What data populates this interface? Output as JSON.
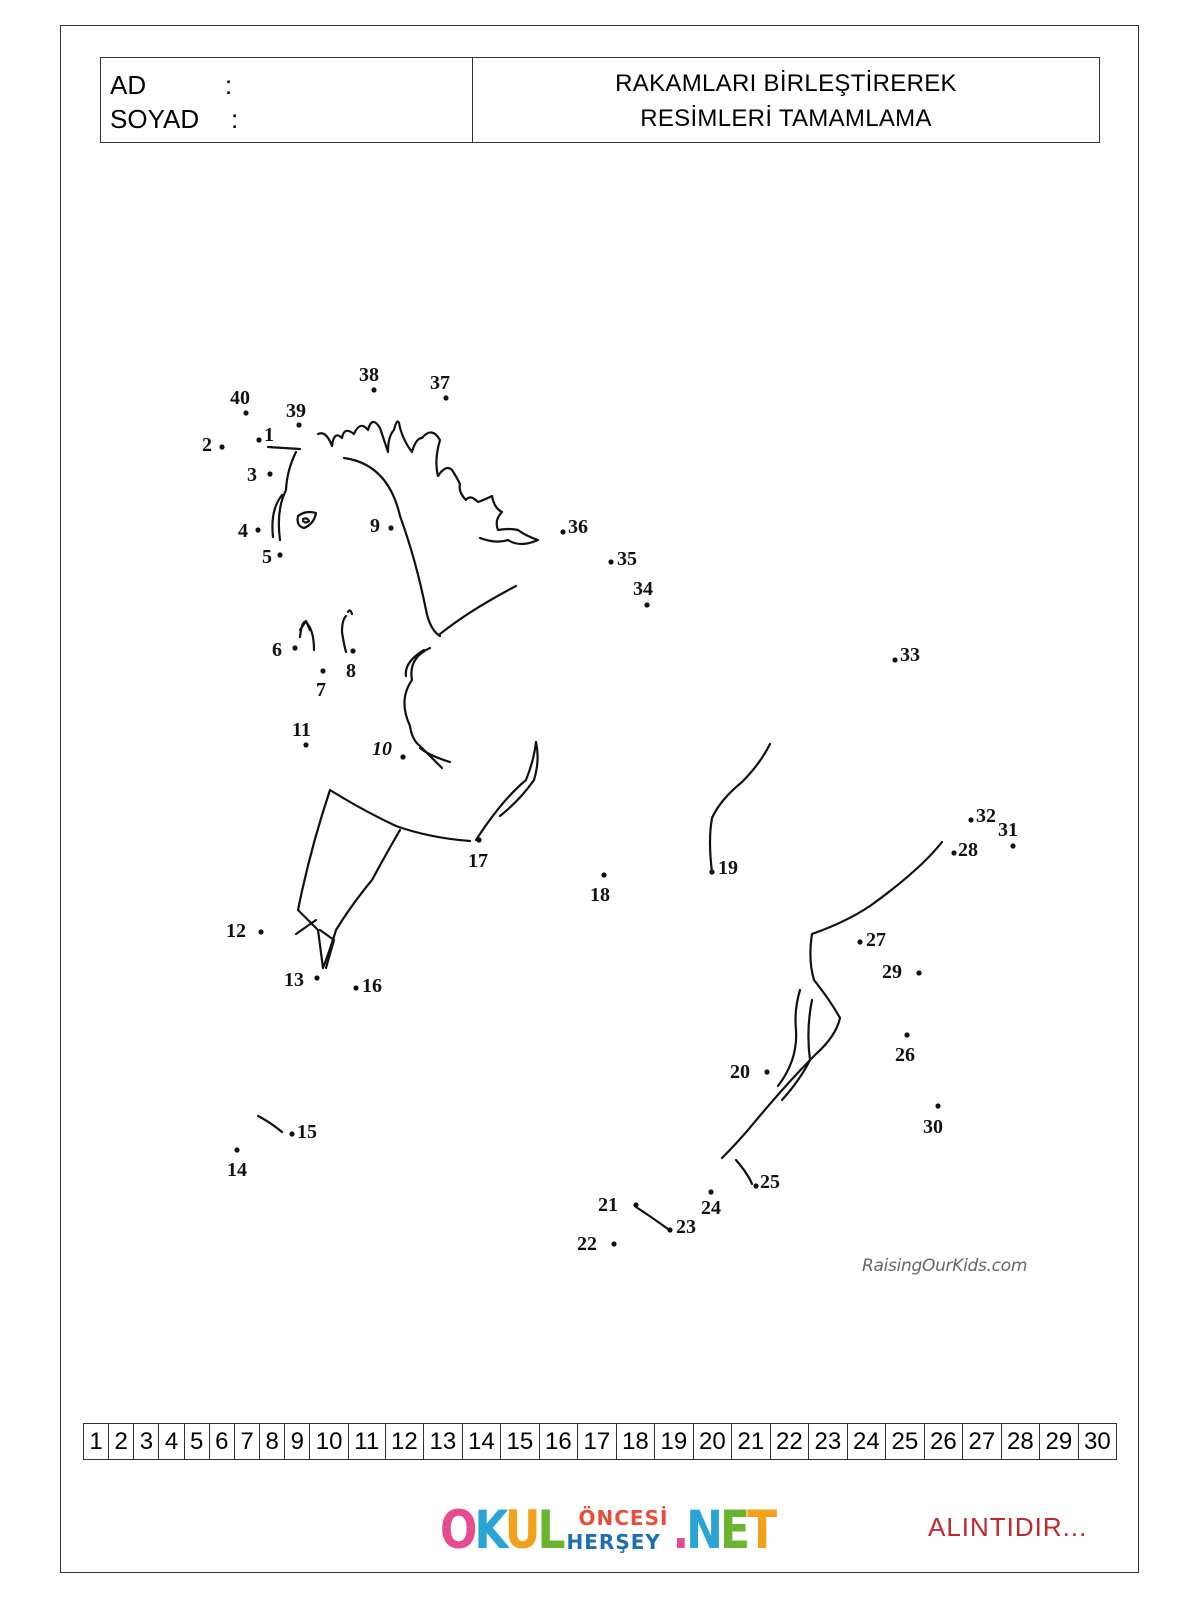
{
  "header": {
    "name_label": "AD",
    "name_colon": ":",
    "surname_label": "SOYAD",
    "surname_colon": ":",
    "title_line1": "RAKAMLARI BİRLEŞTİREREK",
    "title_line2": "RESİMLERİ TAMAMLAMA"
  },
  "puzzle": {
    "dot_labels": [
      "1",
      "2",
      "3",
      "4",
      "5",
      "6",
      "7",
      "8",
      "9",
      "10",
      "11",
      "12",
      "13",
      "14",
      "15",
      "16",
      "17",
      "18",
      "19",
      "20",
      "21",
      "22",
      "23",
      "24",
      "25",
      "26",
      "27",
      "28",
      "29",
      "30",
      "31",
      "32",
      "33",
      "34",
      "35",
      "36",
      "37",
      "38",
      "39",
      "40"
    ],
    "watermark": "RaisingOurKids.com"
  },
  "number_strip": [
    "1",
    "2",
    "3",
    "4",
    "5",
    "6",
    "7",
    "8",
    "9",
    "10",
    "11",
    "12",
    "13",
    "14",
    "15",
    "16",
    "17",
    "18",
    "19",
    "20",
    "21",
    "22",
    "23",
    "24",
    "25",
    "26",
    "27",
    "28",
    "29",
    "30"
  ],
  "footer": {
    "logo_okul": "OKUL",
    "logo_oncesi": "ÖNCESİ",
    "logo_hersey": "HERŞEY",
    "logo_net": ".NET",
    "credit": "ALINTIDIR..."
  }
}
